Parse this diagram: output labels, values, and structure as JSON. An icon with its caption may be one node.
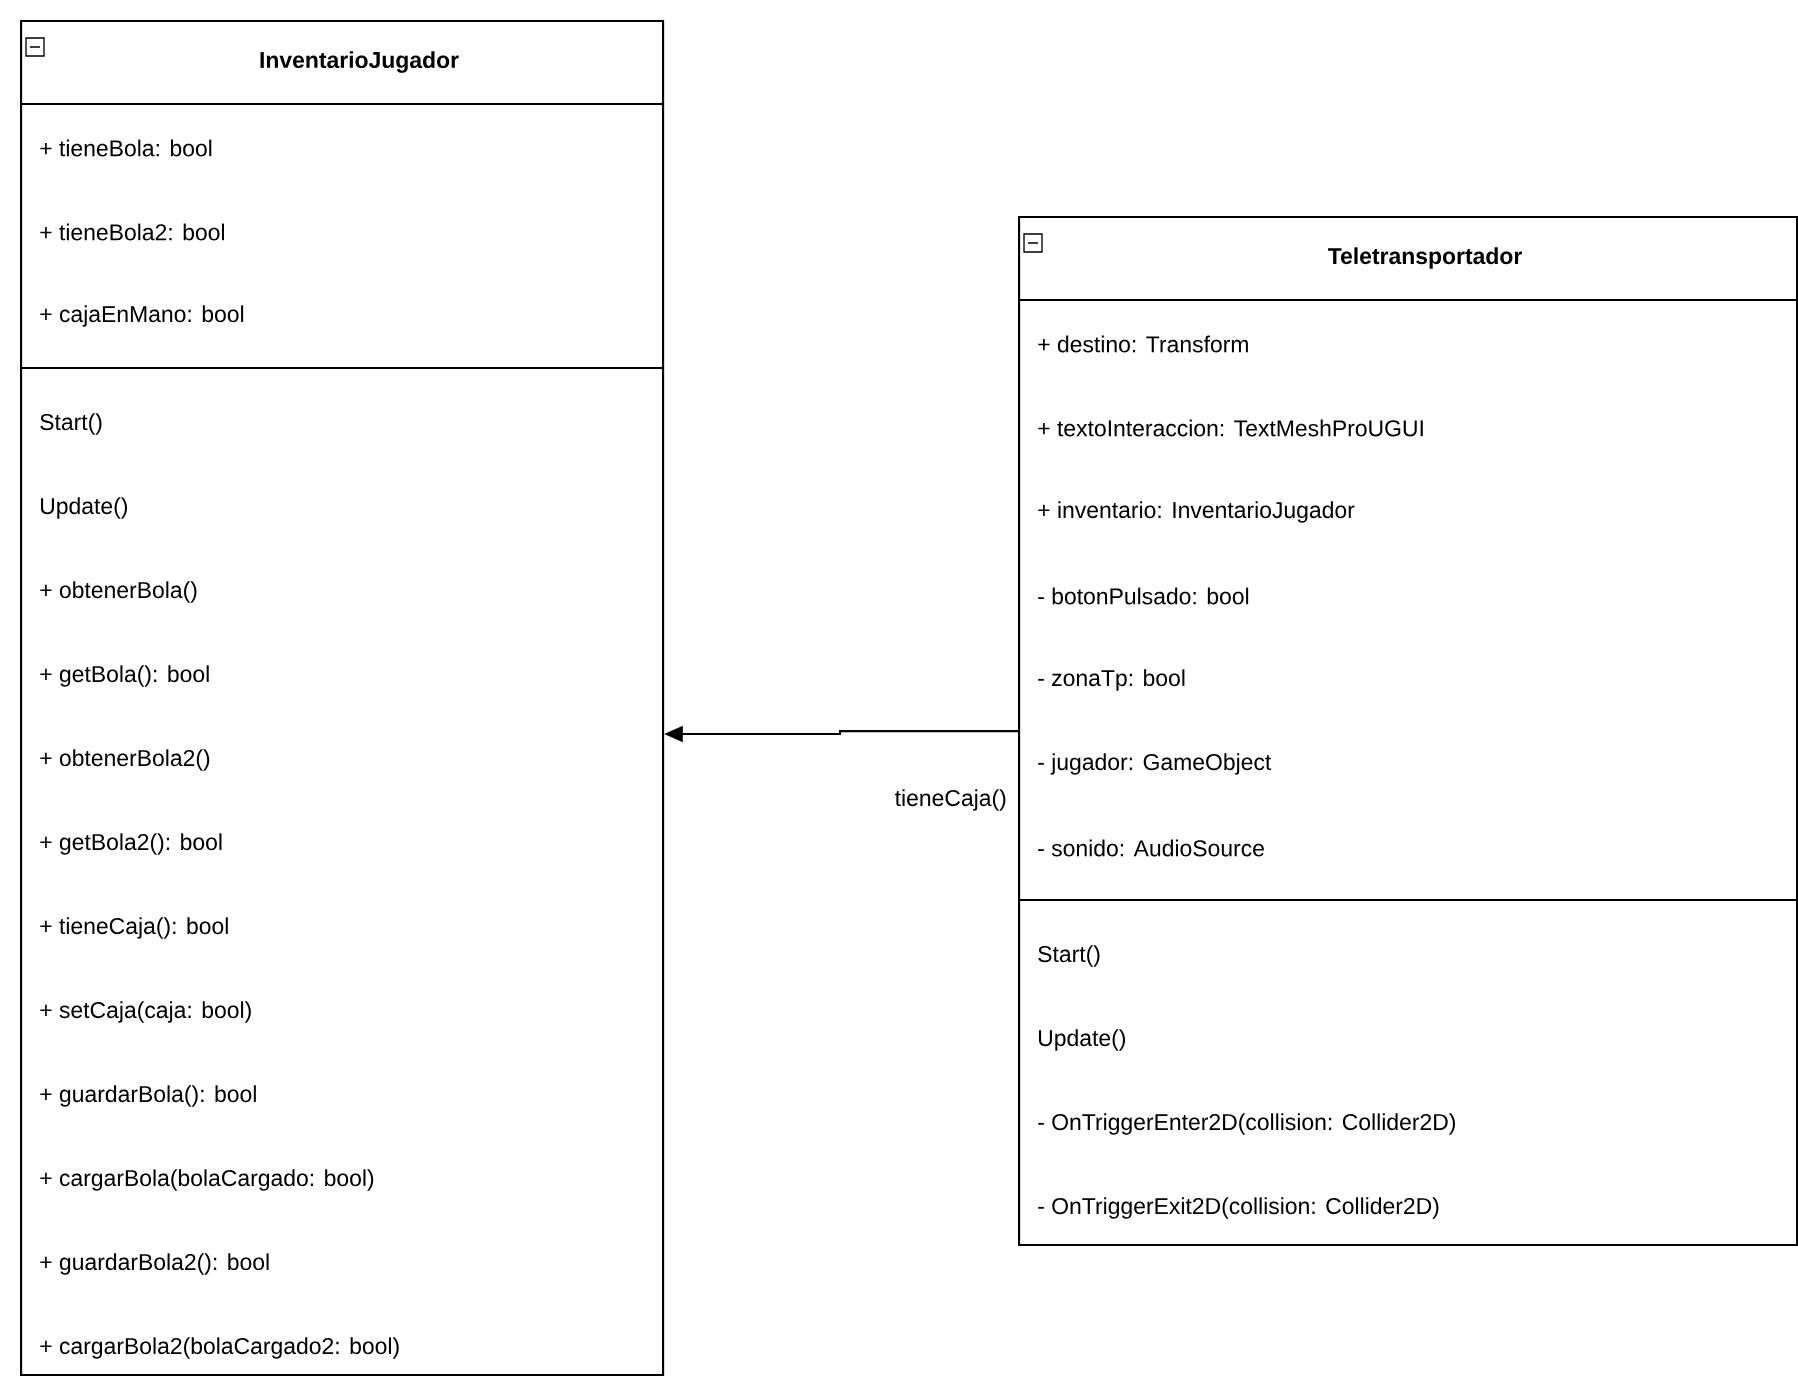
{
  "diagram": {
    "nodes": [
      {
        "text": [
          "InventarioJugador",
          "+ tieneBola: bool",
          "+ tieneBola2: bool",
          "+ cajaEnMano: bool",
          "Start()",
          "Update()",
          "+ obtenerBola()",
          "+ getBola(): bool",
          "+ obtenerBola2()",
          "+ getBola2(): bool",
          "+ tieneCaja(): bool",
          "+ setCaja(caja: bool)",
          "+ guardarBola(): bool",
          "+ cargarBola(bolaCargado: bool)",
          "+ guardarBola2(): bool",
          "+ cargarBola2(bolaCargado2: bool)"
        ]
      },
      {
        "text": [
          "Teletransportador",
          "+ destino: Transform",
          "+ textoInteraccion: TextMeshProUGUI",
          "+ inventario: InventarioJugador",
          "- botonPulsado: bool",
          "- zonaTp: bool",
          "- jugador: GameObject",
          "- sonido: AudioSource",
          "Start()",
          "Update()",
          "- OnTriggerEnter2D(collision: Collider2D)",
          "- OnTriggerExit2D(collision: Collider2D)"
        ]
      }
    ],
    "edges": [
      {
        "from": 1,
        "to": 0,
        "arrow": "to",
        "label": "tieneCaja()"
      }
    ]
  }
}
